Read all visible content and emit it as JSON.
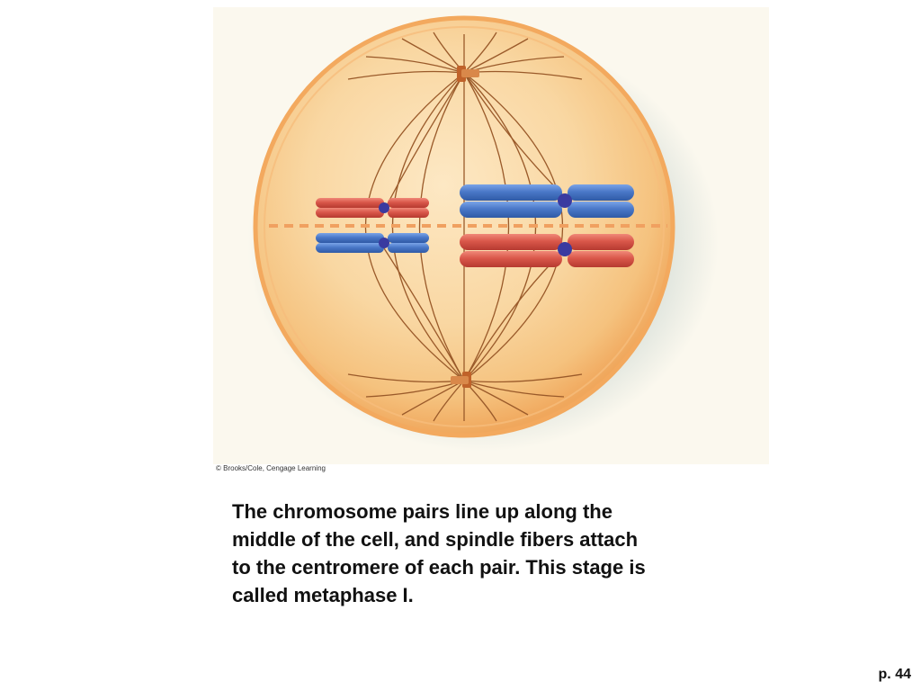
{
  "figure": {
    "credit": "© Brooks/Cole, Cengage Learning",
    "colors": {
      "cell_fill": "#f7c98a",
      "cell_rim": "#f3a95e",
      "spindle_fiber": "#9a5a2a",
      "metaphase_plate": "#f0a060",
      "chromosome_blue": "#4a78c8",
      "chromosome_red": "#d9574a",
      "centromere": "#3a3aa0",
      "centriole": "#c0622a"
    },
    "icons": [
      "centriole-top-icon",
      "centriole-bottom-icon"
    ]
  },
  "caption": {
    "lines": [
      "The chromosome pairs line up along the",
      "middle of the cell, and spindle fibers attach",
      "to the centromere of each pair. This stage is",
      "called metaphase I."
    ]
  },
  "page": {
    "number": "p. 44"
  }
}
